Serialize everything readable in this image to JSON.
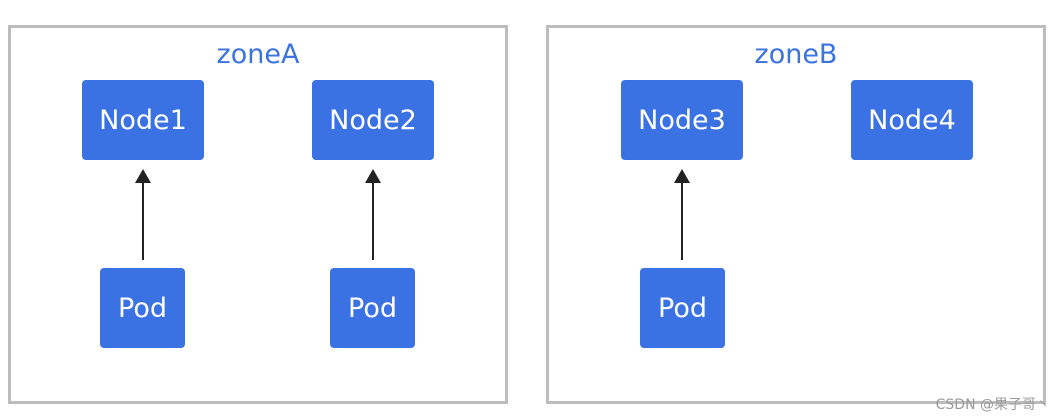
{
  "zones": [
    {
      "name": "zoneA",
      "nodes": [
        "Node1",
        "Node2"
      ],
      "pods": [
        "Pod",
        "Pod"
      ]
    },
    {
      "name": "zoneB",
      "nodes": [
        "Node3",
        "Node4"
      ],
      "pods": [
        "Pod"
      ]
    }
  ],
  "watermark": "CSDN @果子哥丶",
  "colors": {
    "box": "#3a71e3",
    "zone_title": "#3b73e0",
    "zone_border": "#bdbdbd",
    "arrow": "#222222"
  }
}
